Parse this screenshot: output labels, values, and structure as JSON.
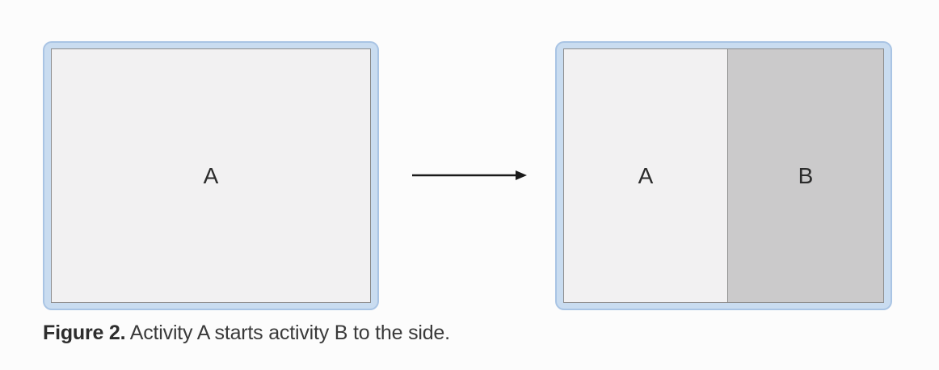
{
  "diagram": {
    "before": {
      "pane_label": "A"
    },
    "after": {
      "left_pane_label": "A",
      "right_pane_label": "B"
    }
  },
  "caption": {
    "figure_label": "Figure 2.",
    "text": "Activity A starts activity B to the side."
  },
  "colors": {
    "device_frame": "#c9dcf0",
    "screen": "#f2f1f2",
    "secondary_pane": "#cbcacb",
    "arrow": "#1a1a1a"
  }
}
